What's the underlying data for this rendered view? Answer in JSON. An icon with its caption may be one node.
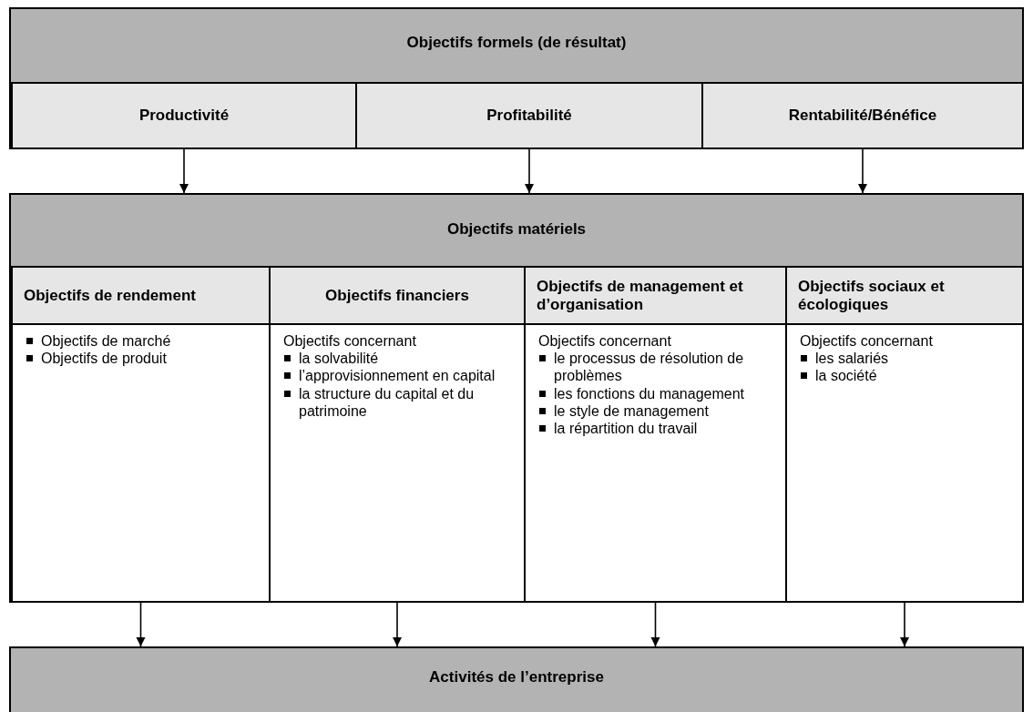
{
  "diagram": {
    "nodes": [
      {
        "text": [
          "Objectifs formels (de résultat)"
        ]
      },
      {
        "text": [
          "Productivité"
        ],
        "in": 0
      },
      {
        "text": [
          "Profitabilité"
        ],
        "in": 0
      },
      {
        "text": [
          "Rentabilité/Bénéfice"
        ],
        "in": 0
      },
      {
        "text": [
          "Objectifs matériels"
        ]
      },
      {
        "text": [
          "Objectifs de rendement",
          "Objectifs de marché",
          "Objectifs de produit"
        ],
        "in": 4
      },
      {
        "text": [
          "Objectifs financiers",
          "Objectifs concernant",
          "la solvabilité",
          "l’approvisionnement en capital",
          "la structure du capital et du patrimoine"
        ],
        "in": 4
      },
      {
        "text": [
          "Objectifs de management et d’organisation",
          "Objectifs concernant",
          "le processus de résolution de problèmes",
          "les fonctions du management",
          "le style de management",
          "la répartition du travail"
        ],
        "in": 4
      },
      {
        "text": [
          "Objectifs sociaux et écologiques",
          "Objectifs concernant",
          "les salariés",
          "la société"
        ],
        "in": 4
      },
      {
        "text": [
          "Activités de l’entreprise"
        ]
      }
    ],
    "edges": [
      {
        "from": 1,
        "to": 4,
        "arrow": "to"
      },
      {
        "from": 2,
        "to": 4,
        "arrow": "to"
      },
      {
        "from": 3,
        "to": 4,
        "arrow": "to"
      },
      {
        "from": 5,
        "to": 9,
        "arrow": "to"
      },
      {
        "from": 6,
        "to": 9,
        "arrow": "to"
      },
      {
        "from": 7,
        "to": 9,
        "arrow": "to"
      },
      {
        "from": 8,
        "to": 9,
        "arrow": "to"
      }
    ]
  }
}
